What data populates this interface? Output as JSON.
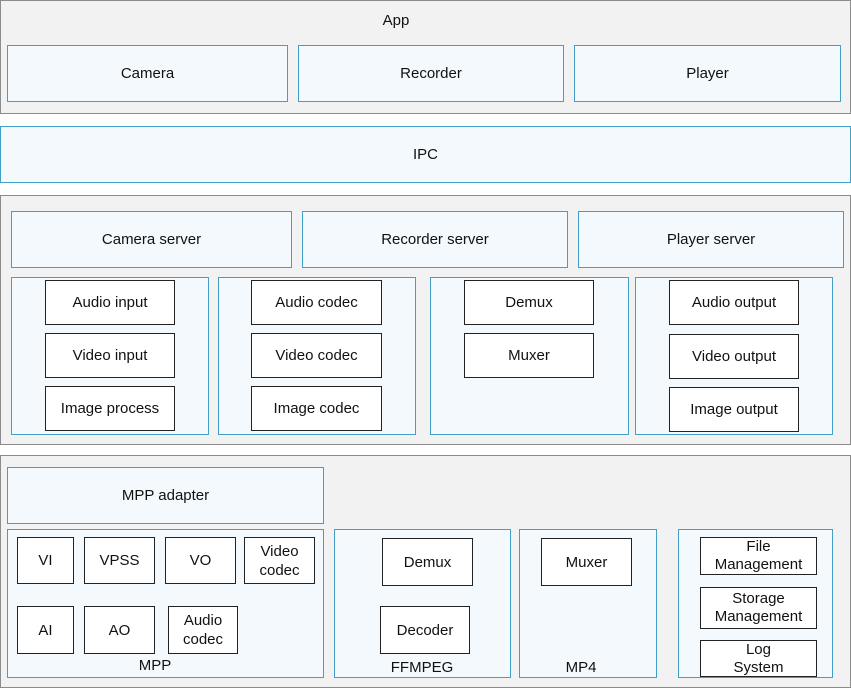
{
  "app": {
    "title": "App",
    "camera": "Camera",
    "recorder": "Recorder",
    "player": "Player"
  },
  "ipc": {
    "label": "IPC"
  },
  "server": {
    "camera_server": "Camera server",
    "recorder_server": "Recorder server",
    "player_server": "Player server",
    "input_group": [
      "Audio input",
      "Video input",
      "Image process"
    ],
    "codec_group": [
      "Audio codec",
      "Video codec",
      "Image codec"
    ],
    "mux_group": [
      "Demux",
      "Muxer"
    ],
    "output_group": [
      "Audio output",
      "Video output",
      "Image output"
    ]
  },
  "platform": {
    "mpp_adapter": "MPP adapter",
    "mpp": {
      "label": "MPP",
      "row1": [
        "VI",
        "VPSS",
        "VO",
        "Video\ncodec"
      ],
      "row2": [
        "AI",
        "AO",
        "Audio\ncodec"
      ]
    },
    "ffmpeg": {
      "label": "FFMPEG",
      "demux": "Demux",
      "decoder": "Decoder"
    },
    "mp4": {
      "label": "MP4",
      "muxer": "Muxer"
    },
    "system": [
      "File\nManagement",
      "Storage\nManagement",
      "Log\nSystem"
    ]
  }
}
